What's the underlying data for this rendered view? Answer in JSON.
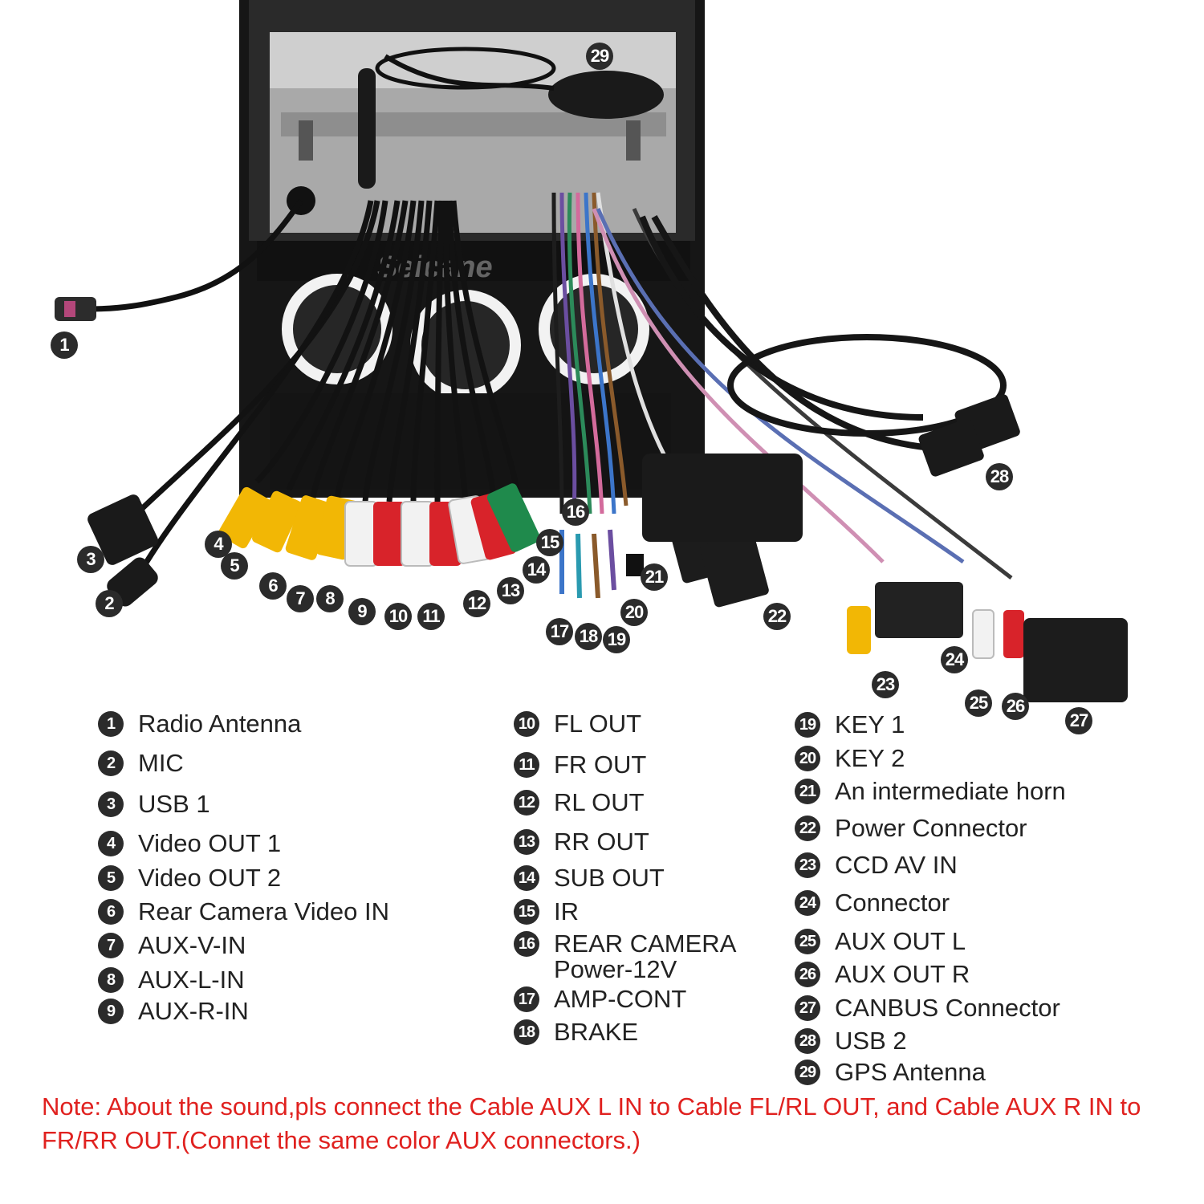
{
  "legend": {
    "col1": [
      {
        "num": "1",
        "label": "Radio Antenna"
      },
      {
        "num": "2",
        "label": "MIC"
      },
      {
        "num": "3",
        "label": "USB 1"
      },
      {
        "num": "4",
        "label": "Video OUT 1"
      },
      {
        "num": "5",
        "label": "Video OUT 2"
      },
      {
        "num": "6",
        "label": "Rear Camera Video IN"
      },
      {
        "num": "7",
        "label": "AUX-V-IN"
      },
      {
        "num": "8",
        "label": "AUX-L-IN"
      },
      {
        "num": "9",
        "label": "AUX-R-IN"
      }
    ],
    "col2": [
      {
        "num": "10",
        "label": "FL OUT"
      },
      {
        "num": "11",
        "label": "FR OUT"
      },
      {
        "num": "12",
        "label": "RL OUT"
      },
      {
        "num": "13",
        "label": "RR OUT"
      },
      {
        "num": "14",
        "label": "SUB OUT"
      },
      {
        "num": "15",
        "label": "IR"
      },
      {
        "num": "16",
        "label": "REAR CAMERA\nPower-12V"
      },
      {
        "num": "17",
        "label": "AMP-CONT"
      },
      {
        "num": "18",
        "label": "BRAKE"
      }
    ],
    "col3": [
      {
        "num": "19",
        "label": "KEY 1"
      },
      {
        "num": "20",
        "label": "KEY 2"
      },
      {
        "num": "21",
        "label": "An intermediate horn"
      },
      {
        "num": "22",
        "label": "Power Connector"
      },
      {
        "num": "23",
        "label": "CCD AV IN"
      },
      {
        "num": "24",
        "label": "Connector"
      },
      {
        "num": "25",
        "label": "AUX OUT L"
      },
      {
        "num": "26",
        "label": "AUX OUT R"
      },
      {
        "num": "27",
        "label": "CANBUS Connector"
      },
      {
        "num": "28",
        "label": "USB 2"
      },
      {
        "num": "29",
        "label": "GPS Antenna"
      }
    ]
  },
  "photo": {
    "watermark": "Seicane",
    "callouts": [
      "1",
      "2",
      "3",
      "4",
      "5",
      "6",
      "7",
      "8",
      "9",
      "10",
      "11",
      "12",
      "13",
      "14",
      "15",
      "16",
      "17",
      "18",
      "19",
      "20",
      "21",
      "22",
      "23",
      "24",
      "25",
      "26",
      "27",
      "28",
      "29"
    ]
  },
  "note": "Note: About the sound,pls connect the Cable AUX L IN to Cable FL/RL OUT, and Cable AUX R IN to  FR/RR OUT.(Connet the same color AUX connectors.)",
  "colors": {
    "note": "#e0211f",
    "badge": "#2b2b2b",
    "rca_yellow": "#f2b705",
    "rca_white": "#f2f2f2",
    "rca_red": "#d8232a",
    "rca_green": "#1f8a4c",
    "housing": "#1c1c1c"
  }
}
